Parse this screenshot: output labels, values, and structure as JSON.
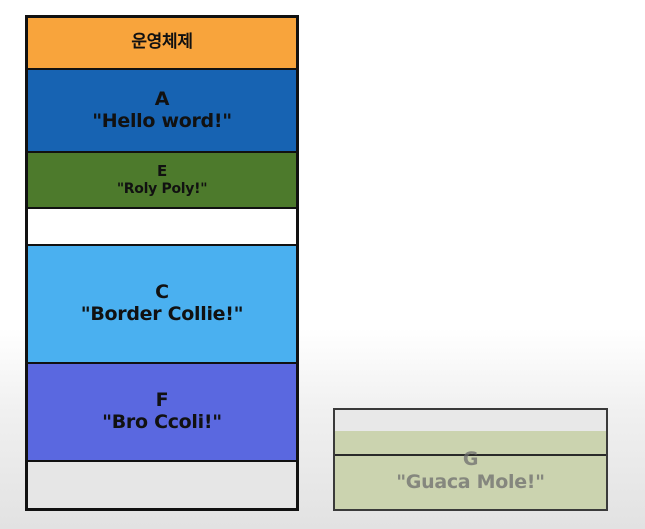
{
  "stack": {
    "os_label": "운영체제",
    "blocks": [
      {
        "id": "A",
        "text": "\"Hello word!\""
      },
      {
        "id": "E",
        "text": "\"Roly Poly!\""
      },
      {
        "id": "C",
        "text": "\"Border Collie!\""
      },
      {
        "id": "F",
        "text": "\"Bro Ccoli!\""
      }
    ]
  },
  "pending": {
    "id": "G",
    "text": "\"Guaca Mole!\""
  },
  "colors": {
    "os": "#f8a43c",
    "A": "#1763b2",
    "E": "#4d7a2c",
    "C": "#4ab0f0",
    "F": "#5a68e0",
    "G": "#c9d2a8"
  }
}
